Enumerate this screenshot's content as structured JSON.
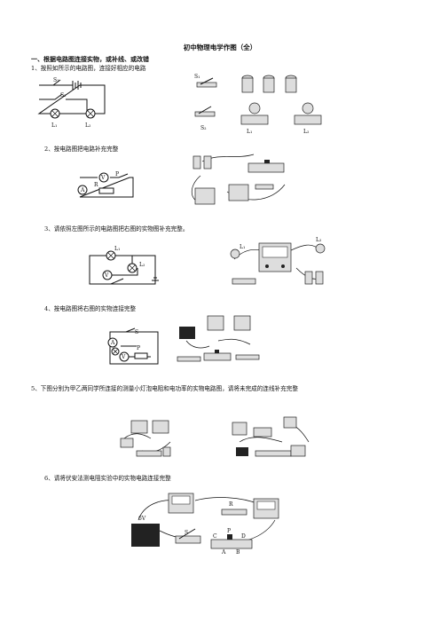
{
  "title": "初中物理电学作图（全）",
  "section1": "一、根据电路图连接实物，或补线、或改错",
  "questions": {
    "q1": "1、按照如所示的电路图，连接好相应的电路",
    "q2": "2、按电路图把电路补充完整",
    "q3": "3、请依照左图所示的电路图把右图的实物图补充完整。",
    "q4": "4、按电路图将右图的实物连接完整",
    "q5": "5、下图分别为甲乙两同学所连接的测量小灯泡电阻和电功率的实物电路图，请将未完成的连线补充完整",
    "q6": "6、请将伏安法测电阻实验中的实物电路连接完整"
  },
  "labels": {
    "s1": "S₁",
    "s2": "S₂",
    "l1": "L₁",
    "l2": "L₂",
    "v": "V",
    "a": "A",
    "p": "P",
    "r": "R",
    "s": "S",
    "six_v": "6V",
    "c": "C",
    "d": "D",
    "b": "B"
  }
}
